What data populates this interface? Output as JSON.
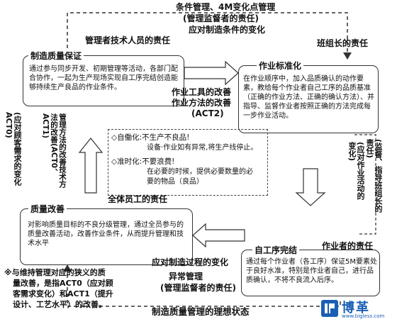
{
  "top_label": {
    "line1": "条件管理、4M变化点管理",
    "line2": "(管理监督者的责任)",
    "line3": "应对制造条件的变化"
  },
  "labels": {
    "technical_staff": "管理者技术人员的责任",
    "team_leader": "班组长的责任",
    "all_staff": "全体员工的责任",
    "operator": "作业者的责任",
    "act2": {
      "line1": "作业工具的改善",
      "line2": "作业方法的改善",
      "line3": "(ACT2)"
    },
    "left_vertical": "(应对顾客需求的变化ACT0)",
    "mid_vertical": "管理方法的改善技术方法的改善(ACT0、ACT1)",
    "right_vertical": "(应对作业活动的变化)",
    "right_vertical2": "(监督、指导班组长的责任)",
    "bottom": {
      "line1": "应对制造过程的变化",
      "line2": "异常管理",
      "line3": "(管理监督者的责任)"
    }
  },
  "boxes": {
    "quality_assurance": {
      "title": "制造质量保证",
      "text": "通过参与同步开发、初期管理等活动，各部门配合协作，一起为生产现场实现自工序完结创造能够持续生产良品的作业条件。"
    },
    "standardization": {
      "title": "作业标准化",
      "text": "在作业顺序中，加入品质确认的动作要素，教给每个作业者自己工序的品质基准（正确的作业方法、正确的确认方法）、并指导、监督作业者按照正确的方法完成每一步作业活动。"
    },
    "quality_improvement": {
      "title": "质量改善",
      "text": "对影响质量目标的不良分级管理，通过全员参与的质量改善活动，改善作业条件，从而提升管理和技术水平"
    },
    "self_process": {
      "title": "自工序完结",
      "text": "通过每个作业者（各工序）保证5M要素处于良好水准，特别是作业者自己，进行品质确认，不将不良流入后序。"
    }
  },
  "center": {
    "jidoka_label": "◇自働化:",
    "jidoka_line1": "不生产不良品!",
    "jidoka_line2": "设备·作业如有异常,将生产线停止。",
    "jit_label": "◇准时化:",
    "jit_line1": "不要浪费!",
    "jit_line2": "在必要的时候，提供必要数量的必",
    "jit_line3": "要的物品（良品）"
  },
  "footnote": {
    "line1": "※与维持管理对应的狭义的质",
    "line2": "量改善，是指ACT0（应对顾",
    "line3": "客需求变化）和ACT1（提升",
    "line4": "设计、工艺水平）的改善。"
  },
  "caption": "制造质量管理的理想状态",
  "logo": {
    "name": "博革",
    "url": "www.bigless.com",
    "color": "#1a5fb4"
  }
}
